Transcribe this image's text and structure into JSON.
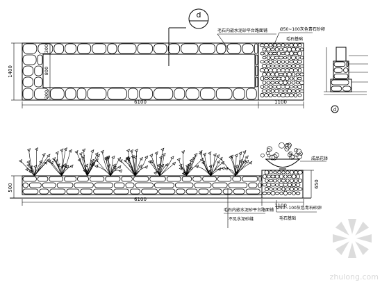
{
  "plan": {
    "section_marker": "d",
    "dims": {
      "height_total": "1400",
      "top_band": "300",
      "middle": "800",
      "bottom_band": "300",
      "length_main": "6100",
      "length_box": "1100"
    },
    "label_wall": "毛石内嵌水泥砂平台路面铺",
    "label_cobble": "Ø50~100灰色青石砂卵",
    "label_base": "毛石基础"
  },
  "detail": {
    "marker": "d"
  },
  "elevation": {
    "dims": {
      "height_wall": "500",
      "height_box": "650",
      "length_main": "6100",
      "length_box": "1100"
    },
    "label_planter": "成品花钵",
    "label_wall_1": "毛石内嵌水泥砂平台路面铺",
    "label_wall_2": "不见水泥砂缝",
    "label_cobble": "Ø50~100灰色青石砂卵",
    "label_base": "毛石基础"
  },
  "watermark": {
    "site": "zhulong.com"
  }
}
